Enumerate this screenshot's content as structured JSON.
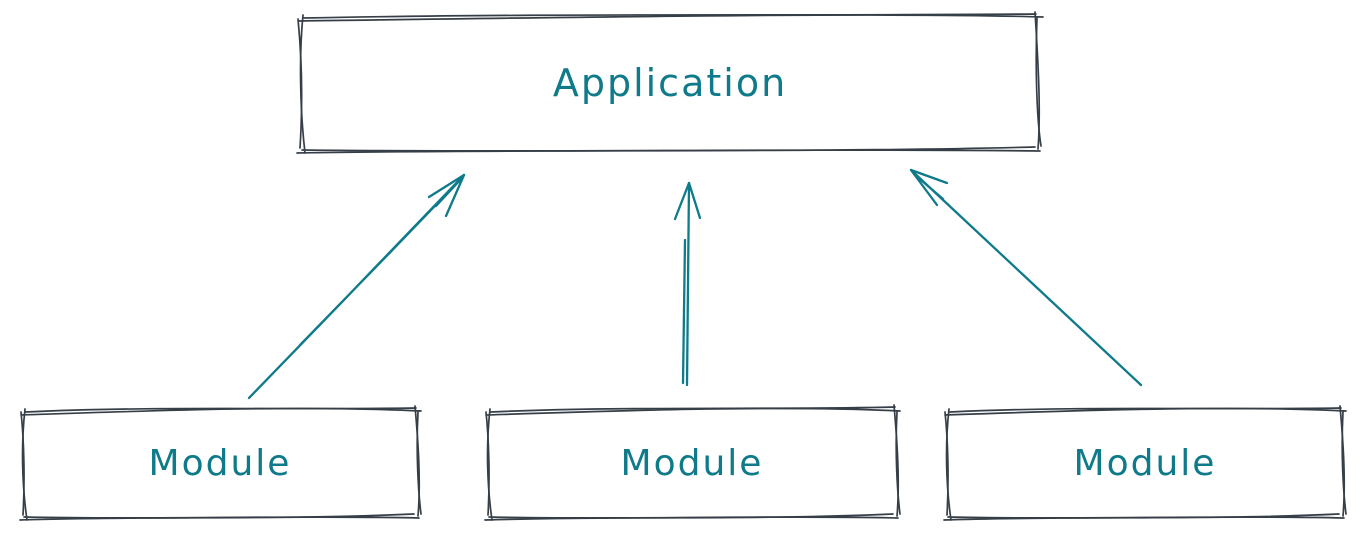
{
  "diagram": {
    "application_box": {
      "label": "Application"
    },
    "module_boxes": [
      {
        "label": "Module"
      },
      {
        "label": "Module"
      },
      {
        "label": "Module"
      }
    ],
    "arrows": [
      {
        "from": "module-1",
        "to": "application"
      },
      {
        "from": "module-2",
        "to": "application"
      },
      {
        "from": "module-3",
        "to": "application"
      }
    ],
    "colors": {
      "box_stroke": "#363f47",
      "label_text": "#0e7a8a",
      "arrow": "#0e7a8a",
      "background": "#ffffff"
    }
  }
}
